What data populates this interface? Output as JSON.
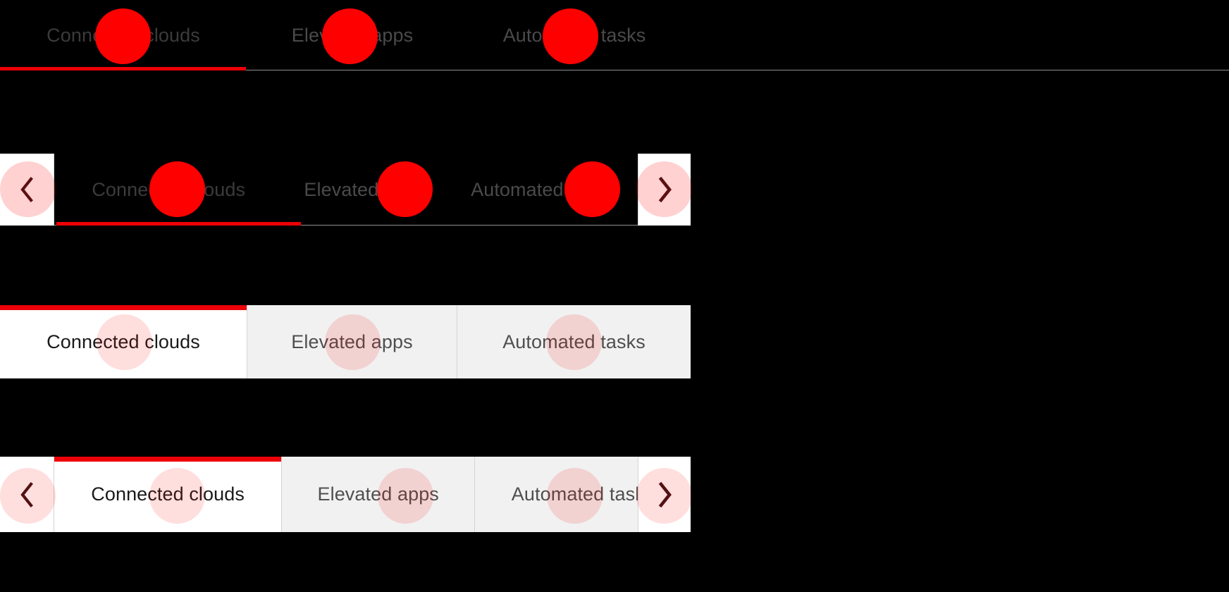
{
  "page": {
    "background": "#000000",
    "accent_color": "#ed0007",
    "marker_color": "#ff0000"
  },
  "tabs": {
    "labels": [
      "Connected clouds",
      "Elevated apps",
      "Automated tasks"
    ],
    "active_index": 0
  },
  "variants": [
    {
      "id": "underline-dark",
      "style": "underline",
      "has_arrows": false,
      "tabs": [
        "Connected clouds",
        "Elevated apps",
        "Automated tasks"
      ],
      "active": "Connected clouds"
    },
    {
      "id": "underline-dark-scroll",
      "style": "underline",
      "has_arrows": true,
      "tabs": [
        "Connected clouds",
        "Elevated apps",
        "Automated tasks"
      ],
      "active": "Connected clouds"
    },
    {
      "id": "boxed-light",
      "style": "boxed",
      "has_arrows": false,
      "tabs": [
        "Connected clouds",
        "Elevated apps",
        "Automated tasks"
      ],
      "active": "Connected clouds"
    },
    {
      "id": "boxed-light-scroll",
      "style": "boxed",
      "has_arrows": true,
      "tabs": [
        "Connected clouds",
        "Elevated apps",
        "Automated tasks"
      ],
      "active": "Connected clouds"
    }
  ],
  "arrows": {
    "prev_icon": "chevron-left-icon",
    "next_icon": "chevron-right-icon"
  }
}
